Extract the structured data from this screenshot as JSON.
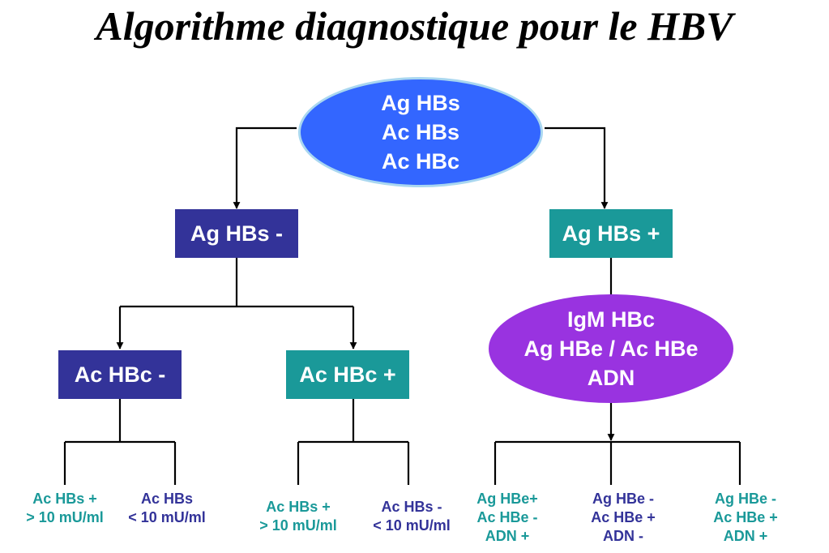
{
  "title": "Algorithme diagnostique pour le HBV",
  "colors": {
    "root_fill": "#3366ff",
    "root_border": "#a9d7f0",
    "negative_box": "#333399",
    "positive_box": "#1a9999",
    "purple_ellipse": "#9933e0",
    "line": "#000000"
  },
  "nodes": {
    "root": {
      "lines": [
        "Ag HBs",
        "Ac HBs",
        "Ac HBc"
      ]
    },
    "ag_hbs_neg": {
      "label": "Ag HBs -"
    },
    "ag_hbs_pos": {
      "label": "Ag HBs +"
    },
    "ac_hbc_neg": {
      "label": "Ac HBc -"
    },
    "ac_hbc_pos": {
      "label": "Ac HBc +"
    },
    "igm": {
      "lines": [
        "IgM HBc",
        "Ag HBe / Ac HBe",
        "ADN"
      ]
    }
  },
  "leaves": {
    "l1": {
      "lines": [
        "Ac HBs +",
        "> 10 mU/ml"
      ]
    },
    "l2": {
      "lines": [
        "Ac HBs",
        "< 10 mU/ml"
      ]
    },
    "l3": {
      "lines": [
        "Ac HBs +",
        "> 10 mU/ml"
      ]
    },
    "l4": {
      "lines": [
        "Ac HBs -",
        "< 10 mU/ml"
      ]
    },
    "l5": {
      "lines": [
        "Ag HBe+",
        "Ac HBe -",
        "ADN +"
      ]
    },
    "l6": {
      "lines": [
        "Ag HBe -",
        "Ac HBe +",
        "ADN -"
      ]
    },
    "l7": {
      "lines": [
        "Ag HBe -",
        "Ac HBe +",
        "ADN +"
      ]
    }
  }
}
